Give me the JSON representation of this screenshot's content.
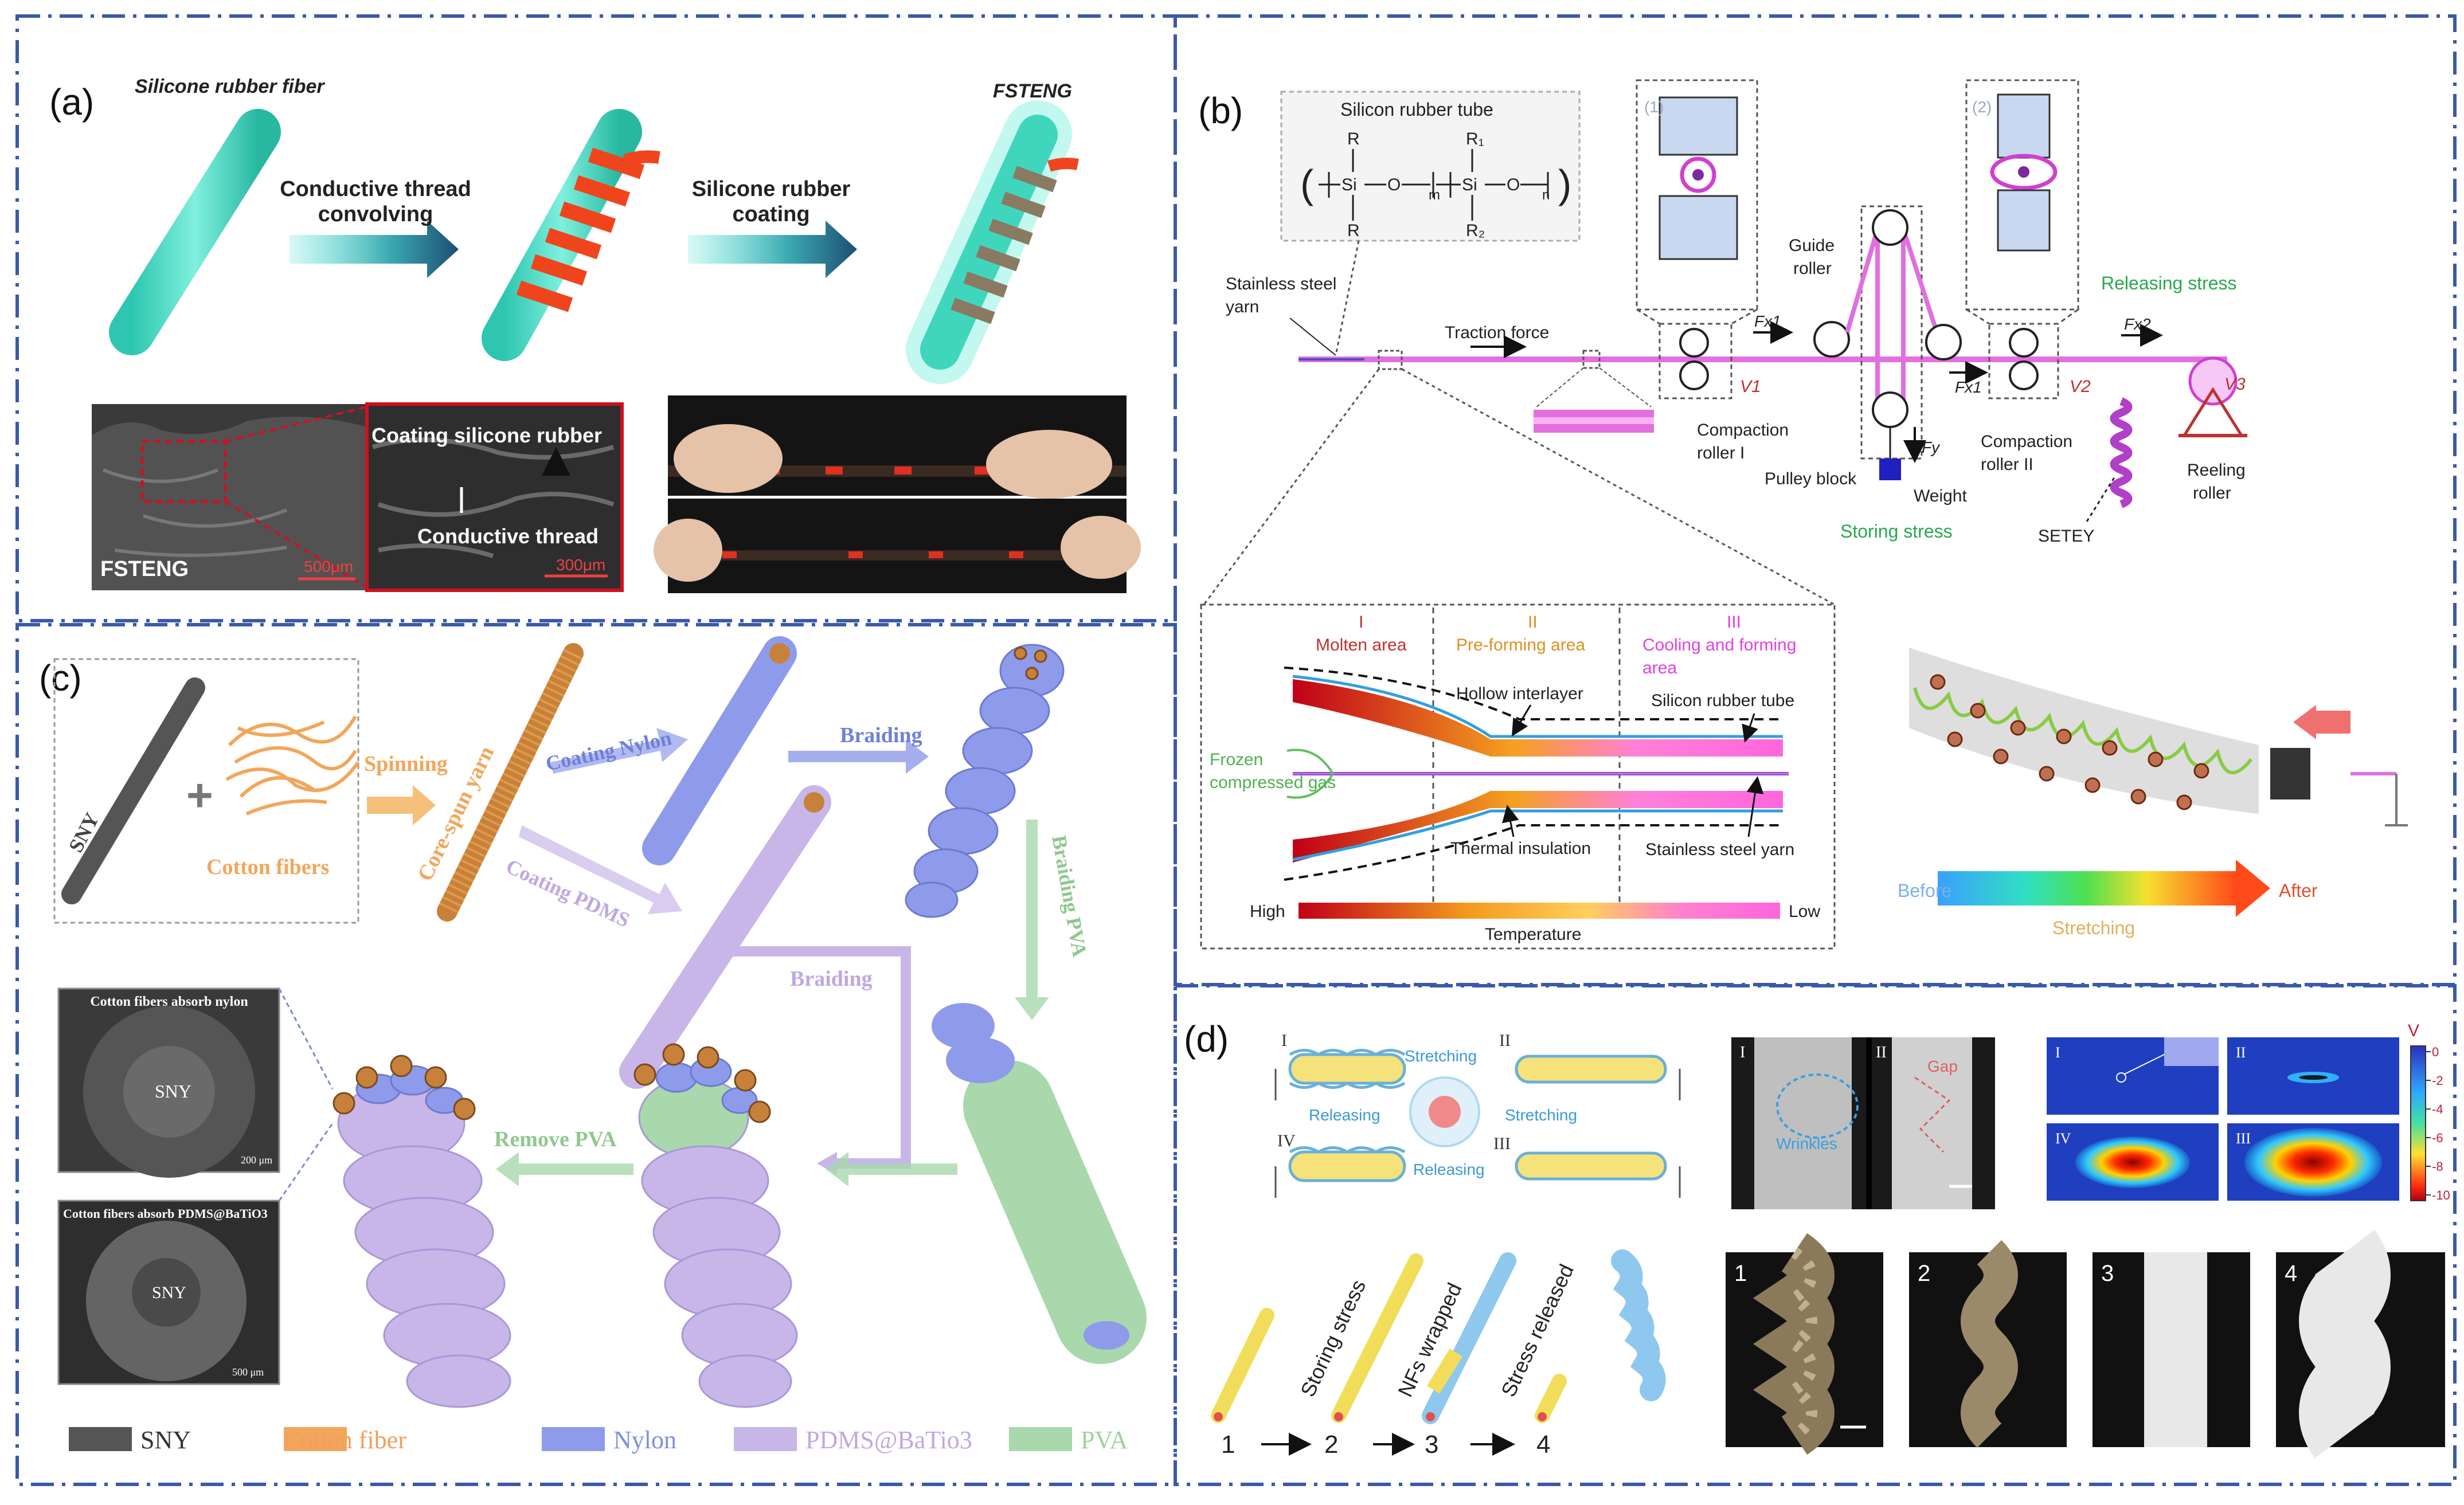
{
  "panels": {
    "a": {
      "label": "(a)",
      "silicone_fiber": "Silicone rubber fiber",
      "fsteng_title": "FSTENG",
      "step1": [
        "Conductive thread",
        "convolving"
      ],
      "step2": [
        "Silicone rubber",
        "coating"
      ],
      "sem_label": "FSTENG",
      "sem_scale1": "500μm",
      "coating_label": "Coating silicone rubber",
      "thread_label": "Conductive thread",
      "sem_scale2": "300μm"
    },
    "b": {
      "label": "(b)",
      "tube_label": "Silicon rubber tube",
      "formula_r": "R",
      "formula_r1": "R₁",
      "formula_r2": "R₂",
      "formula_si": "Si",
      "formula_o": "O",
      "formula_m": "m",
      "formula_n": "n",
      "mark1": "(1)",
      "mark2": "(2)",
      "steel_yarn": [
        "Stainless steel",
        "yarn"
      ],
      "traction": "Traction force",
      "guide_roller": [
        "Guide",
        "roller"
      ],
      "fx1": "Fx1",
      "fx1b": "Fx1",
      "fx2": "Fx2",
      "fy": "Fy",
      "v1": "V1",
      "v2": "V2",
      "v3": "V3",
      "releasing_stress": "Releasing stress",
      "comp1": [
        "Compaction",
        "roller I"
      ],
      "comp2": [
        "Compaction",
        "roller II"
      ],
      "pulley": "Pulley block",
      "weight": "Weight",
      "storing_stress": "Storing stress",
      "setey": "SETEY",
      "reeling": [
        "Reeling",
        "roller"
      ],
      "zone1_num": "I",
      "zone1": "Molten area",
      "zone2_num": "II",
      "zone2": "Pre-forming area",
      "zone3_num": "III",
      "zone3": [
        "Cooling and forming",
        "area"
      ],
      "hollow": "Hollow interlayer",
      "sr_tube": "Silicon rubber tube",
      "frozen": [
        "Frozen",
        "compressed gas"
      ],
      "thermal": "Thermal insulation",
      "ss_yarn": "Stainless steel yarn",
      "high": "High",
      "low": "Low",
      "temperature": "Temperature",
      "before": "Before",
      "stretching": "Stretching",
      "after": "After"
    },
    "c": {
      "label": "(c)",
      "sny": "SNY",
      "cotton": "Cotton fibers",
      "spinning": "Spinning",
      "core_spun": "Core-spun yarn",
      "coating_nylon": "Coating Nylon",
      "coating_pdms": "Coating PDMS",
      "braiding1": "Braiding",
      "braiding_pva": "Braiding PVA",
      "braiding2": "Braiding",
      "remove_pva": "Remove PVA",
      "sem1_title": "Cotton fibers absorb nylon",
      "sem1_sny": "SNY",
      "sem1_scale": "200 μm",
      "sem2_title": "Cotton fibers absorb PDMS@BaTiO3",
      "sem2_sny": "SNY",
      "sem2_scale": "500 μm",
      "legend": [
        {
          "label": "SNY",
          "color": "#555555",
          "text_color": "#333333"
        },
        {
          "label": "Cotton fiber",
          "color": "#f2a65a",
          "text_color": "#f0a060"
        },
        {
          "label": "Nylon",
          "color": "#8e9bea",
          "text_color": "#8090e0"
        },
        {
          "label": "PDMS@BaTio3",
          "color": "#c8b6e8",
          "text_color": "#c0a8e0"
        },
        {
          "label": "PVA",
          "color": "#a8d8ac",
          "text_color": "#a0d0a0"
        }
      ]
    },
    "d": {
      "label": "(d)",
      "state1": "I",
      "state2": "II",
      "state3": "III",
      "state4": "IV",
      "stretching1": "Stretching",
      "releasing1": "Releasing",
      "stretching2": "Stretching",
      "releasing2": "Releasing",
      "img_i": "I",
      "img_ii": "II",
      "wrinkles": "Wrinkles",
      "gap": "Gap",
      "map_i": "I",
      "map_ii": "II",
      "map_iii": "III",
      "map_iv": "IV",
      "cbar_unit": "V",
      "cbar_ticks": [
        "0",
        "-2",
        "-4",
        "-6",
        "-8",
        "-10"
      ],
      "step_nums": [
        "1",
        "2",
        "3",
        "4"
      ],
      "storing": "Storing stress",
      "nfs": "NFs wrapped",
      "released": "Stress released",
      "photo_nums": [
        "1",
        "2",
        "3",
        "4"
      ]
    }
  }
}
